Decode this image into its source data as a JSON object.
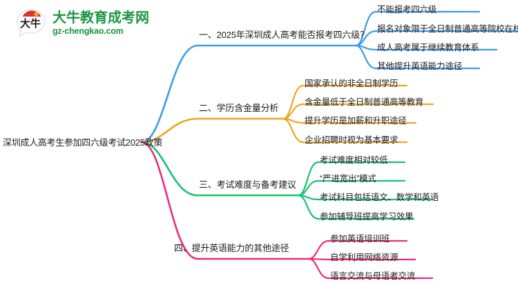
{
  "logo": {
    "icon": "speech-bubble-logo-icon",
    "title": "大牛教育成考网",
    "subtitle": "gz-chengkao.com",
    "brand_green": "#1a9641",
    "brand_red": "#d9372b"
  },
  "mindmap": {
    "root": {
      "label": "深圳成人高考生参加四六级考试2025政策"
    },
    "branches": [
      {
        "label": "一、2025年深圳成人高考能否报考四六级？",
        "color": "#3C9CE8",
        "leaves": [
          {
            "label": "不能报考四六级"
          },
          {
            "label": "报名对象限于全日制普通高等院校在校生"
          },
          {
            "label": "成人高考属于继续教育体系"
          },
          {
            "label": "其他提升英语能力途径"
          }
        ]
      },
      {
        "label": "二、学历含金量分析",
        "color": "#EDA520",
        "leaves": [
          {
            "label": "国家承认的非全日制学历"
          },
          {
            "label": "含金量低于全日制普通高等教育"
          },
          {
            "label": "提升学历是加薪和升职途径"
          },
          {
            "label": "企业招聘时视为基本要求"
          }
        ]
      },
      {
        "label": "三、考试难度与备考建议",
        "color": "#16C172",
        "leaves": [
          {
            "label": "考试难度相对较低"
          },
          {
            "label": "“严进宽出”模式"
          },
          {
            "label": "考试科目包括语文、数学和英语"
          },
          {
            "label": "参加辅导班提高学习效果"
          }
        ]
      },
      {
        "label": "四、提升英语能力的其他途径",
        "color": "#ED2A7B",
        "leaves": [
          {
            "label": "参加英语培训班"
          },
          {
            "label": "自学利用网络资源"
          },
          {
            "label": "语言交流与母语者交流"
          }
        ]
      }
    ]
  }
}
